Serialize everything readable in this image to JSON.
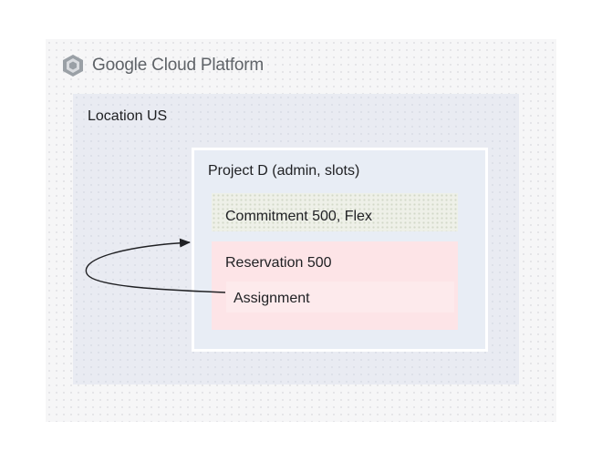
{
  "brand": {
    "name_google": "Google",
    "name_product": "Cloud Platform",
    "icon": "gcp-hexagon-icon"
  },
  "location": {
    "label": "Location US"
  },
  "project": {
    "label": "Project D (admin, slots)"
  },
  "commitment": {
    "label": "Commitment 500, Flex"
  },
  "reservation": {
    "label": "Reservation 500"
  },
  "assignment": {
    "label": "Assignment"
  },
  "colors": {
    "platform_bg": "#f6f6f7",
    "location_bg": "#e9ebf2",
    "project_bg": "#e8edf5",
    "commitment_bg": "#eef0e8",
    "reservation_bg": "#fde4e7",
    "arrow": "#202124"
  }
}
